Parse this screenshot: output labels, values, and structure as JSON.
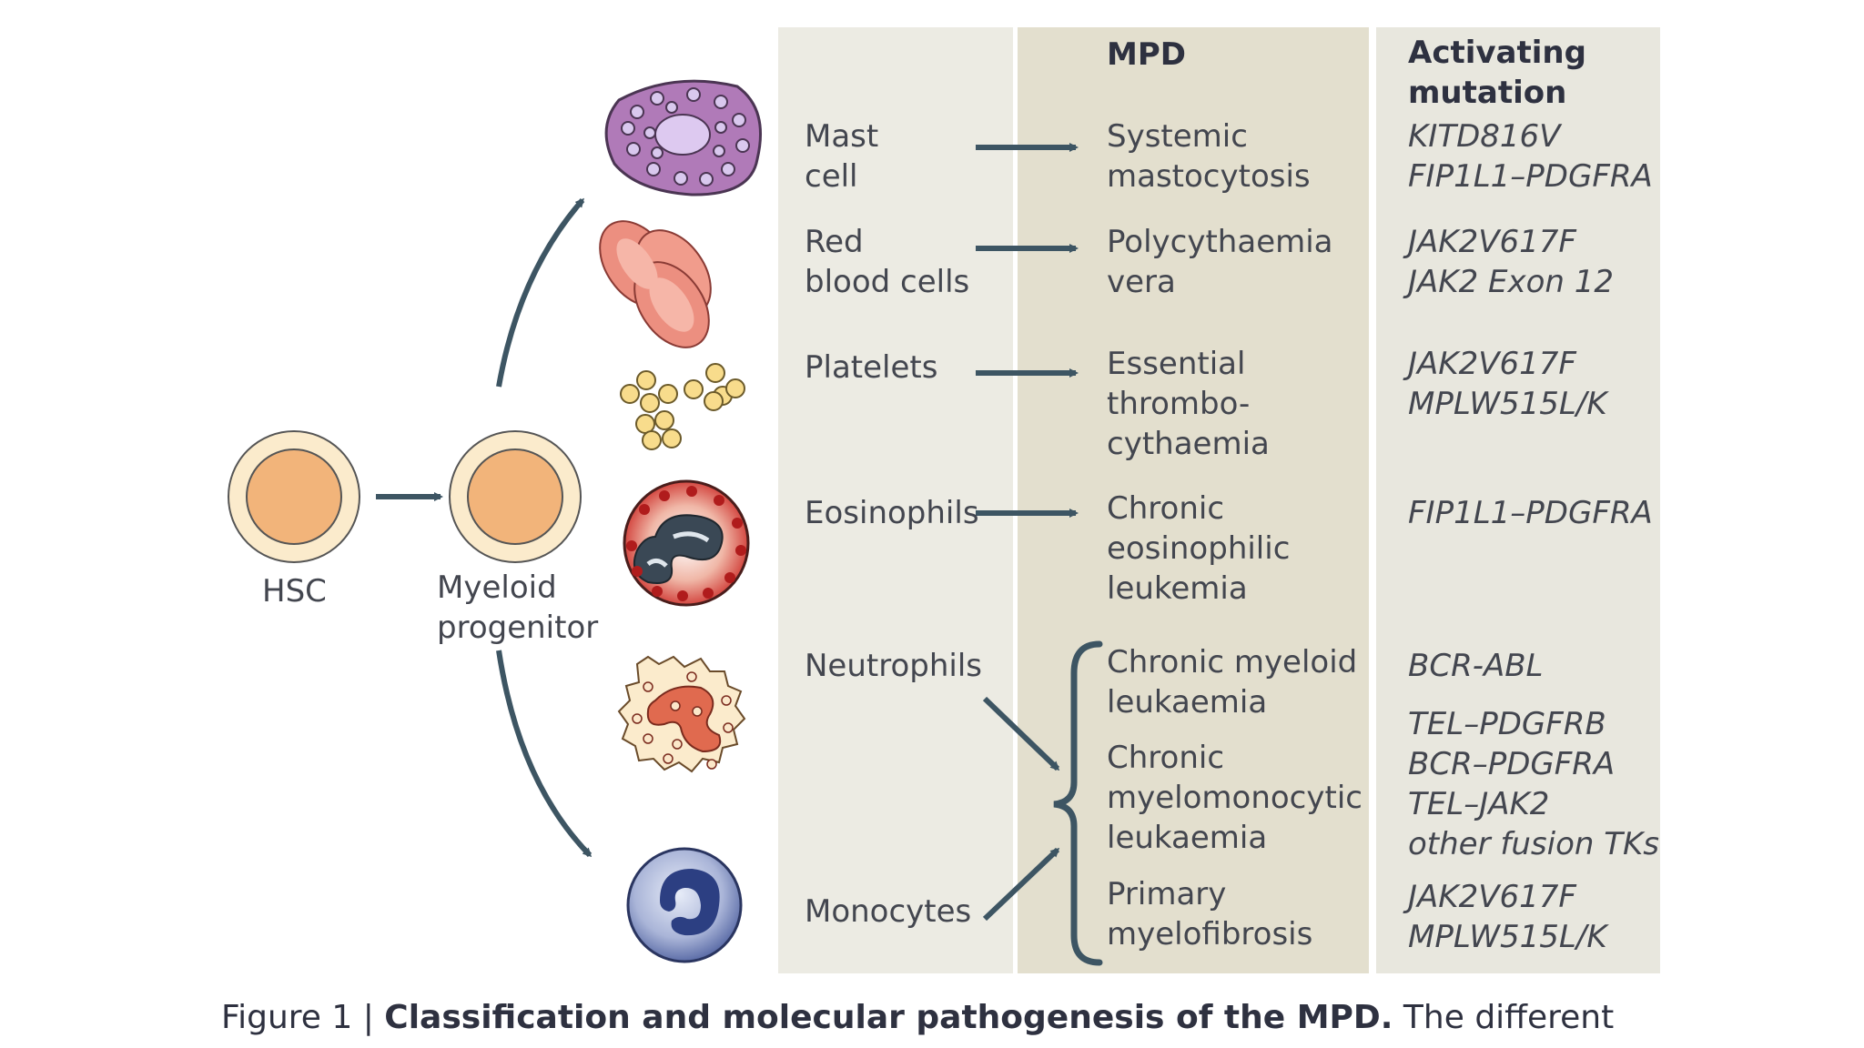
{
  "header": {
    "mpd": "MPD",
    "activating_mutation": "Activating\nmutation"
  },
  "progenitors": {
    "hsc": "HSC",
    "myeloid": "Myeloid\nprogenitor"
  },
  "cell_types": [
    {
      "label": "Mast\ncell",
      "icon": "mast-cell-icon"
    },
    {
      "label": "Red\nblood cells",
      "icon": "red-blood-cells-icon"
    },
    {
      "label": "Platelets",
      "icon": "platelets-icon"
    },
    {
      "label": "Eosinophils",
      "icon": "eosinophil-icon"
    },
    {
      "label": "Neutrophils",
      "icon": "neutrophil-icon"
    },
    {
      "label": "Monocytes",
      "icon": "monocyte-icon"
    }
  ],
  "diseases": [
    "Systemic\nmastocytosis",
    "Polycythaemia\nvera",
    "Essential\nthrombo-\ncythaemia",
    "Chronic\neosinophilic\nleukemia",
    "Chronic myeloid\nleukaemia",
    "Chronic\nmyelomonocytic\nleukaemia",
    "Primary\nmyelofibrosis"
  ],
  "mutations": [
    "KITD816V\nFIP1L1–PDGFRA",
    "JAK2V617F\nJAK2 Exon 12",
    "JAK2V617F\nMPLW515L/K",
    "FIP1L1–PDGFRA",
    "BCR-ABL",
    "TEL–PDGFRB\nBCR–PDGFRA\nTEL–JAK2\nother fusion TKs",
    "JAK2V617F\nMPLW515L/K"
  ],
  "caption": {
    "prefix": "Figure 1 | ",
    "bold": "Classification and molecular pathogenesis of the MPD.",
    "rest": " The different"
  },
  "colors": {
    "panel_light": "#ecebe3",
    "panel_mid": "#e3dfce",
    "panel_right": "#e8e7de",
    "arrow": "#3d5563",
    "cell_ring": "#f7d9a8",
    "cell_core": "#f2b47a",
    "mast": "#b07ab8",
    "rbc": "#ec8f80",
    "platelet": "#f8dc8c",
    "eosinophil": "#cc2b27",
    "monocyte": "#5d6ea8"
  }
}
